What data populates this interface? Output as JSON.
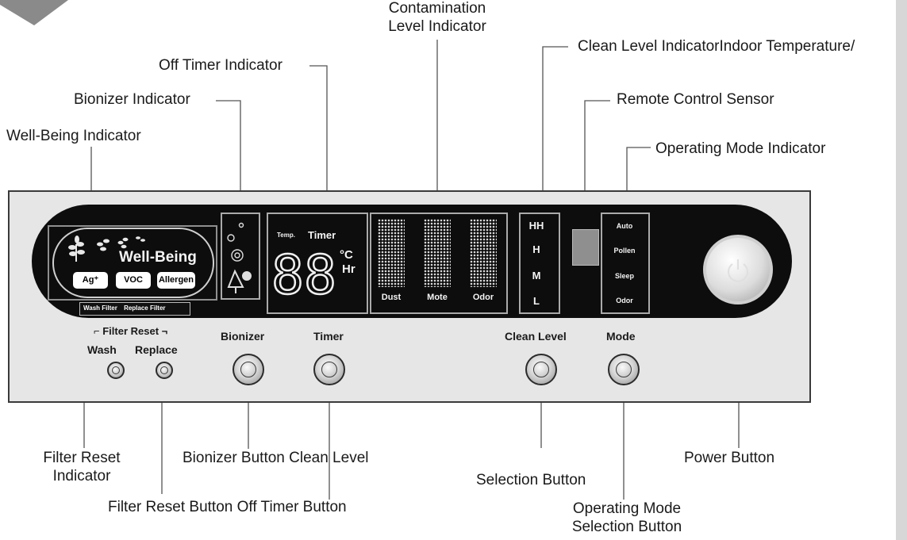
{
  "callouts": {
    "contamination": [
      "Contamination",
      "Level Indicator"
    ],
    "clean_level_indoor": "Clean Level IndicatorIndoor Temperature/",
    "off_timer": "Off Timer Indicator",
    "remote_sensor": "Remote Control Sensor",
    "bionizer_indicator": "Bionizer Indicator",
    "well_being_indicator": "Well-Being Indicator",
    "operating_mode_indicator": "Operating Mode Indicator",
    "filter_reset_indicator": [
      "Filter Reset",
      "Indicator"
    ],
    "bionizer_button_clean_level": "Bionizer Button Clean Level",
    "selection_button": "Selection Button",
    "power_button": "Power Button",
    "filter_reset_off_timer": "Filter Reset Button Off Timer Button",
    "operating_mode_selection": [
      "Operating Mode",
      "Selection Button"
    ]
  },
  "display": {
    "well_being": {
      "title": "Well-Being",
      "chips": [
        "Ag⁺",
        "VOC",
        "Allergen"
      ]
    },
    "filter_strip": {
      "wash": "Wash Filter",
      "replace": "Replace Filter"
    },
    "timer": {
      "temp_label": "Temp.",
      "timer_label": "Timer",
      "digits": "88",
      "unit_c": "°C",
      "unit_hr": "Hr"
    },
    "contamination_columns": [
      "Dust",
      "Mote",
      "Odor"
    ],
    "clean_levels": [
      "HH",
      "H",
      "M",
      "L"
    ],
    "modes": [
      "Auto",
      "Pollen",
      "Sleep",
      "Odor"
    ]
  },
  "buttons": {
    "filter_reset_title": "Filter Reset",
    "wash": "Wash",
    "replace": "Replace",
    "bionizer": "Bionizer",
    "timer": "Timer",
    "clean_level": "Clean Level",
    "mode": "Mode"
  },
  "icons": {
    "power": "power-icon",
    "leaf": "leaves-icon",
    "bionizer": "sparkle-icon",
    "tree": "tree-icon"
  }
}
